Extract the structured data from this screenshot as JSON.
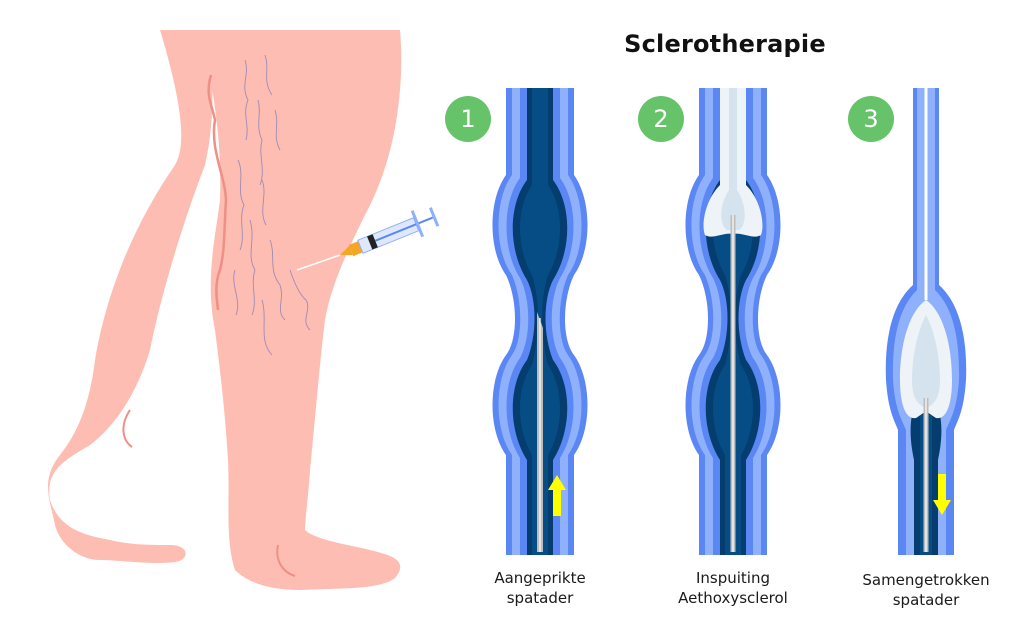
{
  "title": "Sclerotherapie",
  "colors": {
    "skin": "#fdbdb2",
    "skin_shadow": "#ef8f86",
    "vein_outer": "#5b87f5",
    "vein_light": "#8fb0fb",
    "vein_dark": "#064d86",
    "vein_darkest": "#043d6e",
    "foam": "#eef3f8",
    "needle": "#bdbdbd",
    "arrow": "#ffff00",
    "badge": "#66c36a",
    "spider_vein": "#8a7fb5",
    "syringe_hub": "#f5a623"
  },
  "steps": [
    {
      "number": "1",
      "caption_line1": "Aangeprikte",
      "caption_line2": "spatader",
      "arrow": "up"
    },
    {
      "number": "2",
      "caption_line1": "Inspuiting",
      "caption_line2": "Aethoxysclerol",
      "arrow": "none"
    },
    {
      "number": "3",
      "caption_line1": "Samengetrokken",
      "caption_line2": "spatader",
      "arrow": "down"
    }
  ]
}
